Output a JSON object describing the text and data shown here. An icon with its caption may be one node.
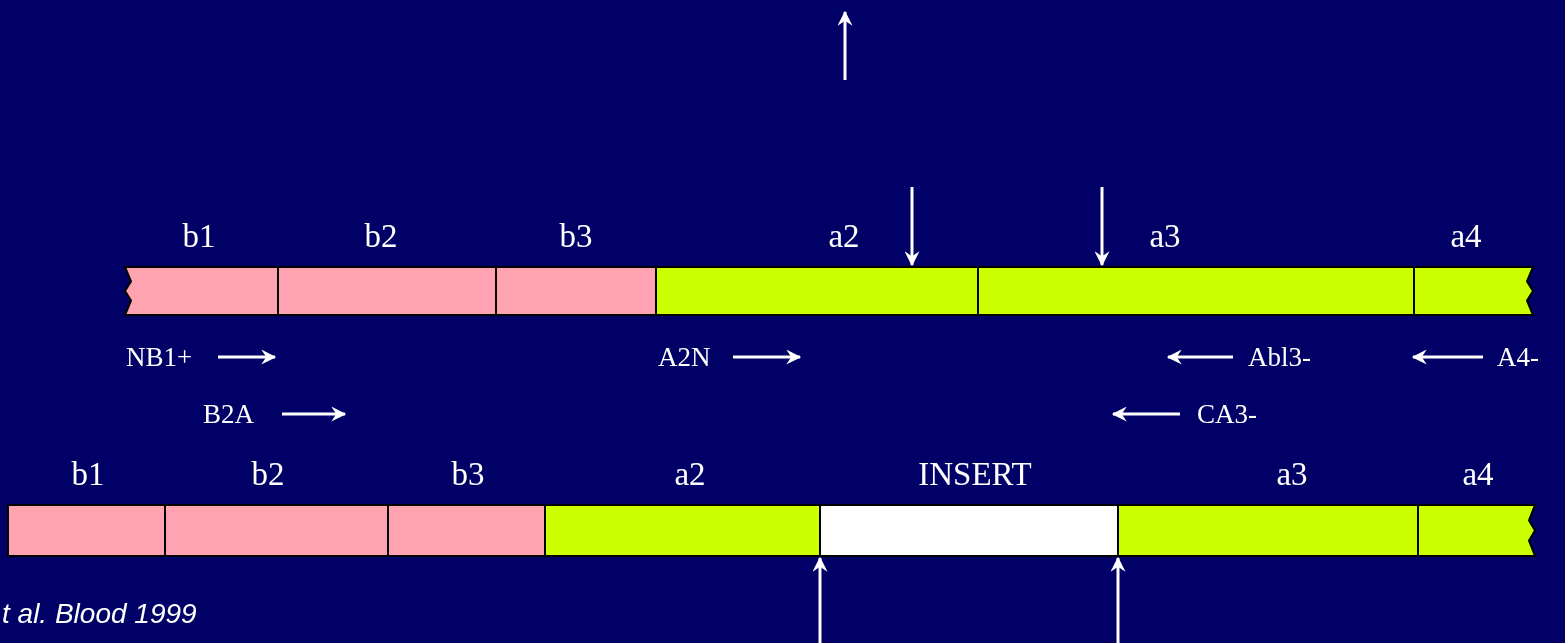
{
  "diagram": {
    "nodes": [
      {
        "text": [
          "b1"
        ]
      },
      {
        "text": [
          "b2"
        ]
      },
      {
        "text": [
          "b3"
        ]
      },
      {
        "text": [
          "a2"
        ]
      },
      {
        "text": [
          "a3"
        ]
      },
      {
        "text": [
          "a4"
        ]
      },
      {
        "text": [
          "b1"
        ]
      },
      {
        "text": [
          "b2"
        ]
      },
      {
        "text": [
          "b3"
        ]
      },
      {
        "text": [
          "a2"
        ]
      },
      {
        "text": [
          "INSERT"
        ]
      },
      {
        "text": [
          "a3"
        ]
      },
      {
        "text": [
          "a4"
        ]
      }
    ],
    "edges": [
      {
        "from": null,
        "to": 3,
        "arrow": "to"
      },
      {
        "from": null,
        "to": 4,
        "arrow": "to"
      },
      {
        "from": null,
        "to": 10,
        "arrow": "to"
      },
      {
        "from": null,
        "to": 10,
        "arrow": "to"
      }
    ],
    "labels": [
      "NB1+",
      "A2N",
      "Abl3-",
      "A4-",
      "B2A",
      "CA3-",
      "t al. Blood 1999"
    ]
  }
}
